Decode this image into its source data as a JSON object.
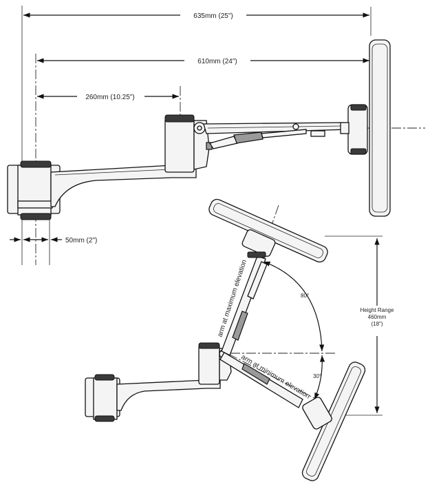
{
  "dimensions": {
    "overall_width": "635mm (25\")",
    "reach_to_screen": "610mm (24\")",
    "first_arm": "260mm (10.25\")",
    "base_offset": "50mm (2\")"
  },
  "height_range": {
    "line1": "Height Range",
    "line2": "460mm",
    "line3": "(18\")"
  },
  "angles": {
    "max_elevation": "80°",
    "min_elevation": "30°"
  },
  "labels": {
    "arm_max": "arm at maximum elevation",
    "arm_min": "arm at minimum elevation"
  }
}
